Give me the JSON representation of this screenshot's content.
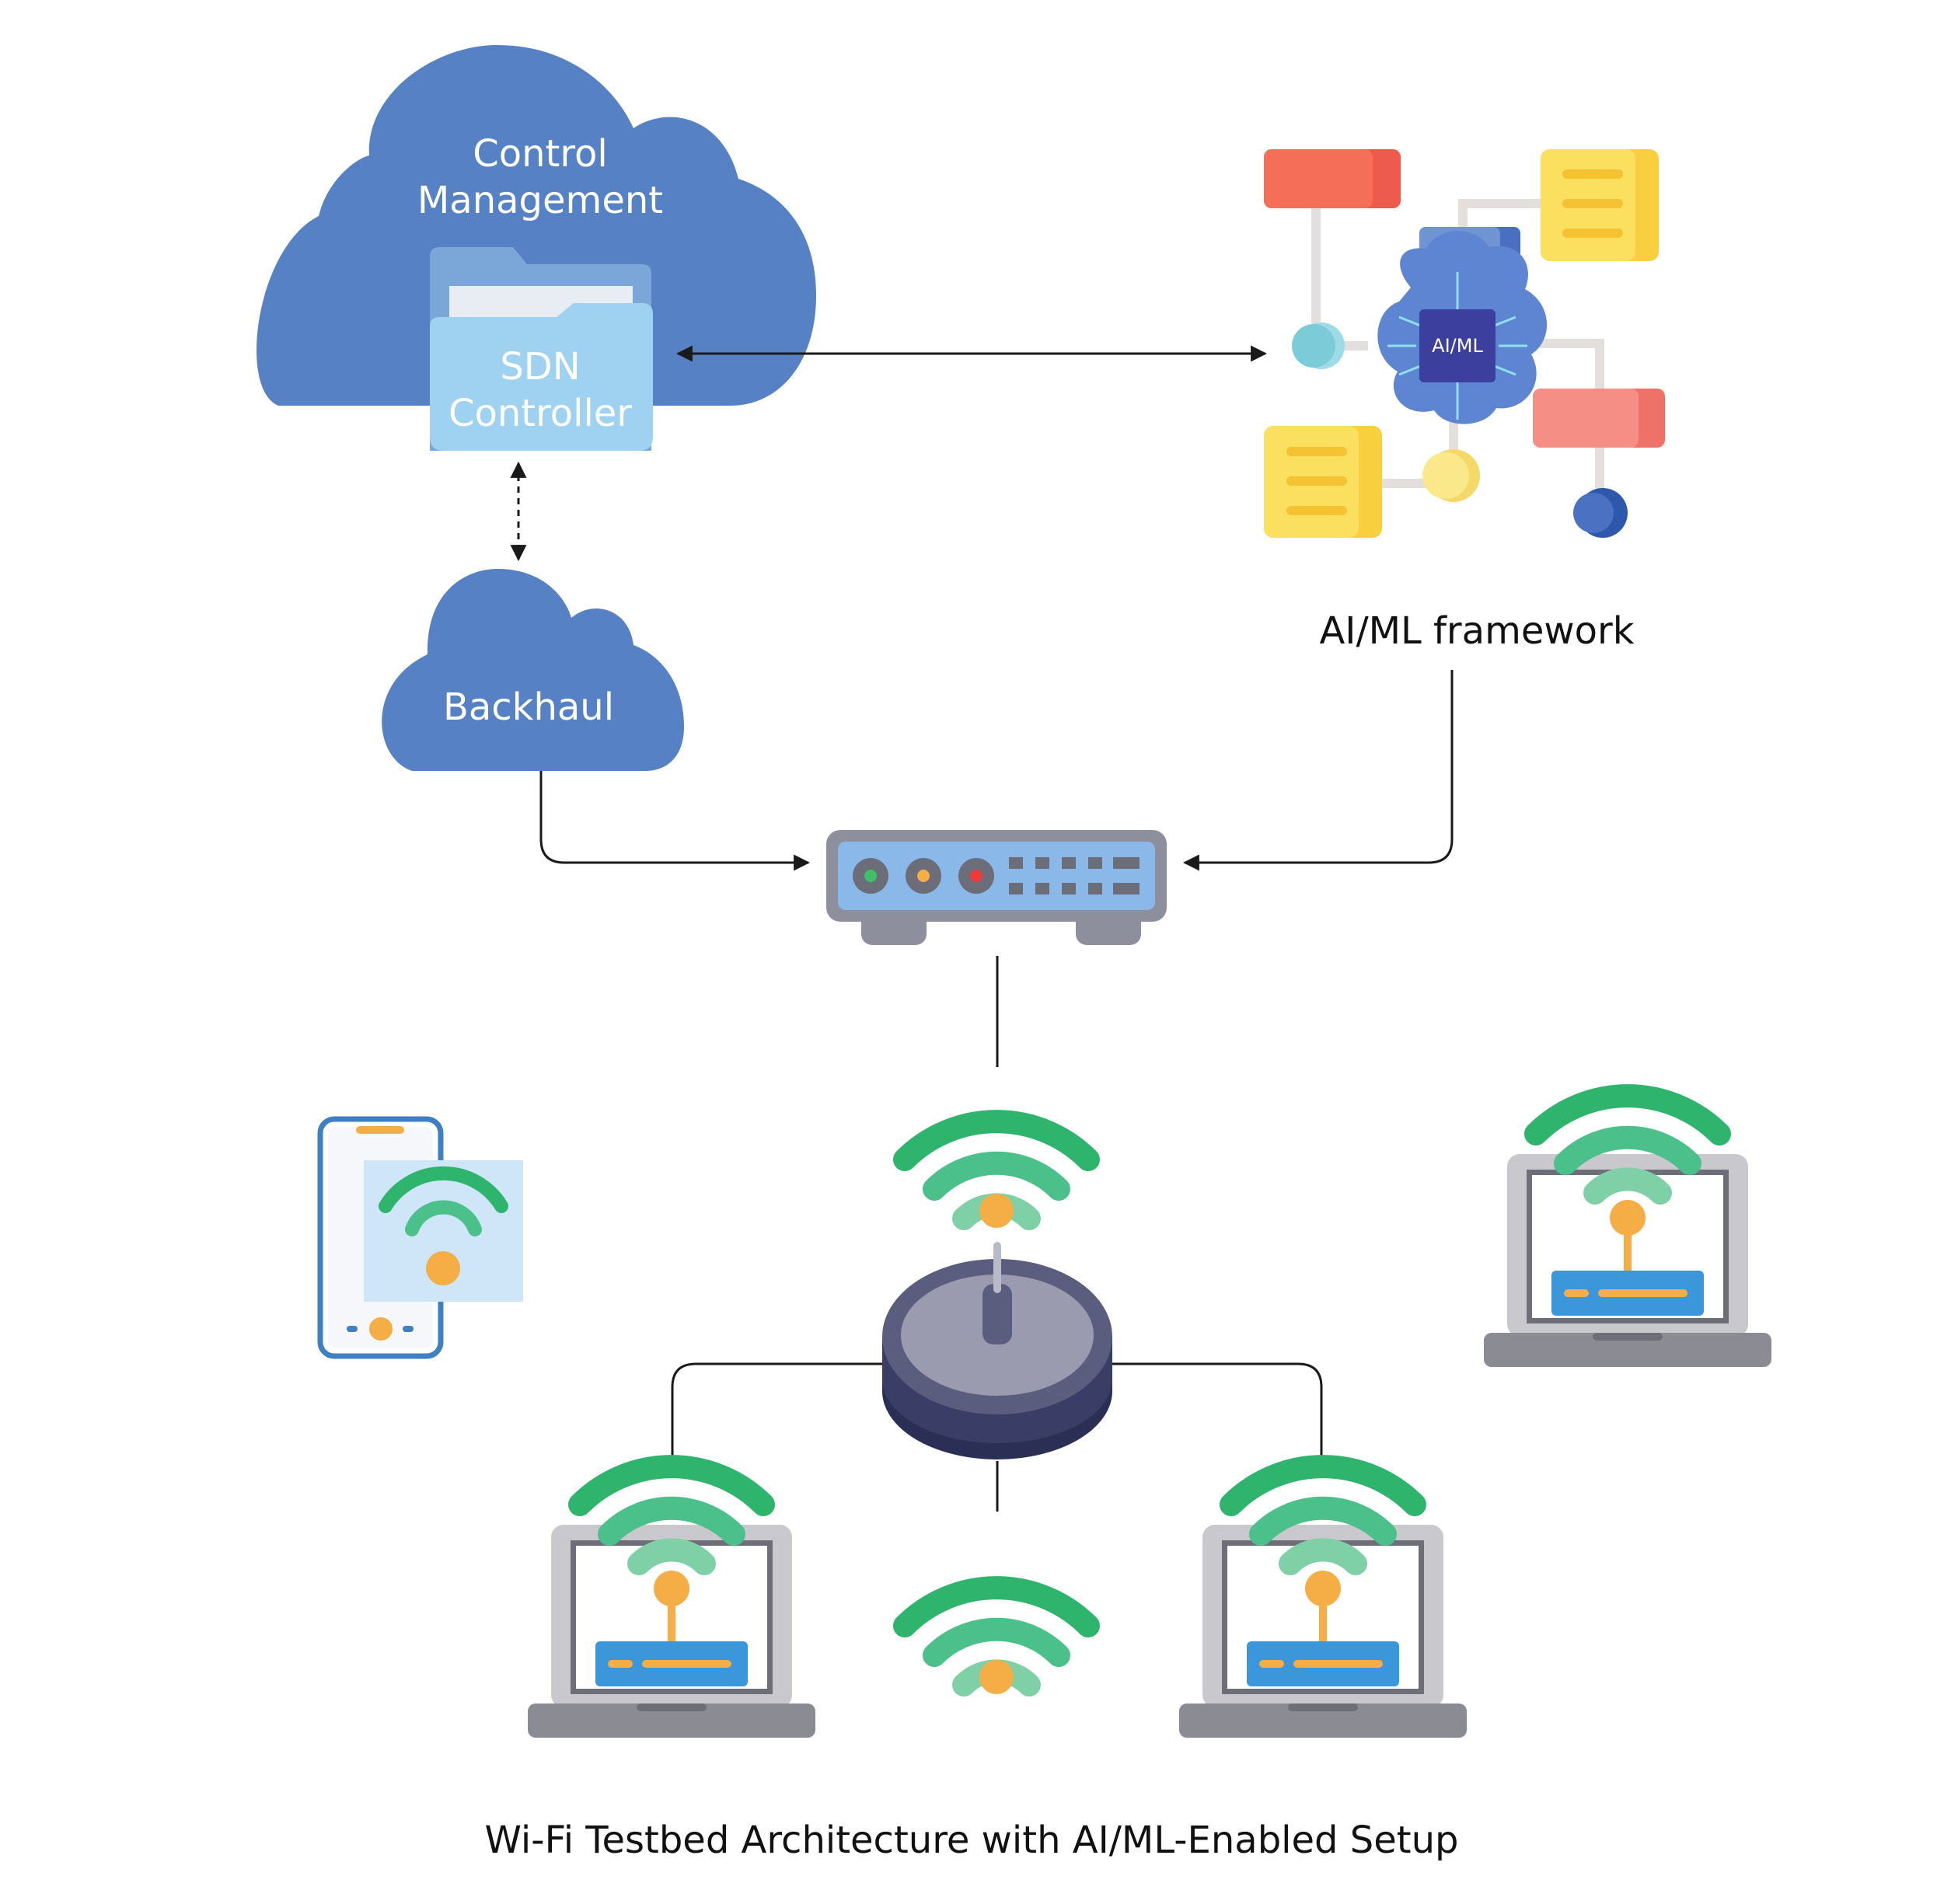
{
  "labels": {
    "cloud_line1": "Control",
    "cloud_line2": "Management",
    "sdn_line1": "SDN",
    "sdn_line2": "Controller",
    "backhaul": "Backhaul",
    "aiml_chip": "AI/ML",
    "aiml_framework": "AI/ML framework",
    "caption": "Wi-Fi Testbed Architecture with AI/ML-Enabled Setup"
  },
  "colors": {
    "cloud": "#5681c4",
    "folder_back": "#7aa6d8",
    "folder_front": "#9fd1f0",
    "line": "#1a1a1a",
    "wifi_dark": "#2fb46e",
    "wifi_mid": "#4cc08a",
    "wifi_light": "#7fd0a6",
    "wifi_dot": "#f5ad46",
    "switch_body": "#8d8f9c",
    "switch_panel": "#8ab8e8",
    "router_top": "#9a9bae",
    "router_base": "#2c2f55",
    "laptop_frame": "#c8c8cd",
    "laptop_base": "#8b8b93",
    "laptop_bar": "#3c97da",
    "phone_outline": "#3f7fc3"
  },
  "icons": [
    "cloud-icon",
    "folder-icon",
    "brain-chip-icon",
    "network-switch-icon",
    "wifi-router-icon",
    "laptop-icon",
    "smartphone-icon",
    "wifi-signal-icon"
  ]
}
